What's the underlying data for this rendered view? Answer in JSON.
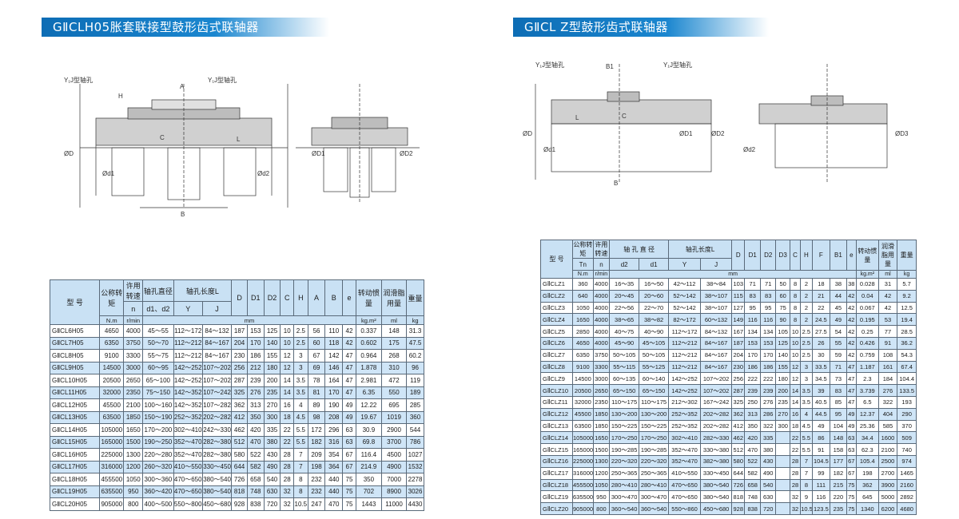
{
  "left": {
    "title": "GⅡCLH05胀套联接型鼓形齿式联轴器",
    "drawing_labels": {
      "a": "A",
      "h": "H",
      "b": "B",
      "c": "C",
      "l": "L",
      "d": "ØD",
      "d1": "ØD1",
      "d2": "ØD2",
      "dd1": "Ød1",
      "dd2": "Ød2",
      "y1": "Y₁J型轴孔",
      "y2": "Y₁J型轴孔"
    },
    "table": {
      "h_model": "型 号",
      "h_tn": "公称转矩",
      "h_n": "许用转速",
      "h_bore": "轴孔直径",
      "h_len": "轴孔长度L",
      "h_D": "D",
      "h_D1": "D1",
      "h_D2": "D2",
      "h_C": "C",
      "h_H": "H",
      "h_A": "A",
      "h_B": "B",
      "h_e": "e",
      "h_inertia": "转动惯量",
      "h_grease": "润滑脂用量",
      "h_weight": "重量",
      "h_n_sym": "n",
      "h_bore_sym": "d1、d2",
      "h_Y": "Y",
      "h_J": "J",
      "u_tn": "N.m",
      "u_n": "r/min",
      "u_mm": "mm",
      "u_inertia": "kg.m²",
      "u_grease": "ml",
      "u_weight": "kg",
      "rows": [
        [
          "GⅡCL6H05",
          "4650",
          "4000",
          "45～55",
          "112～172",
          "84～132",
          "187",
          "153",
          "125",
          "10",
          "2.5",
          "56",
          "110",
          "42",
          "0.337",
          "148",
          "31.3"
        ],
        [
          "GⅡCL7H05",
          "6350",
          "3750",
          "50～70",
          "112～212",
          "84～167",
          "204",
          "170",
          "140",
          "10",
          "2.5",
          "60",
          "118",
          "42",
          "0.602",
          "175",
          "47.5"
        ],
        [
          "GⅡCL8H05",
          "9100",
          "3300",
          "55～75",
          "112～212",
          "84～167",
          "230",
          "186",
          "155",
          "12",
          "3",
          "67",
          "142",
          "47",
          "0.964",
          "268",
          "60.2"
        ],
        [
          "GⅡCL9H05",
          "14500",
          "3000",
          "60～95",
          "142～252",
          "107～202",
          "256",
          "212",
          "180",
          "12",
          "3",
          "69",
          "146",
          "47",
          "1.878",
          "310",
          "96"
        ],
        [
          "GⅡCL10H05",
          "20500",
          "2650",
          "65～100",
          "142～252",
          "107～202",
          "287",
          "239",
          "200",
          "14",
          "3.5",
          "78",
          "164",
          "47",
          "2.981",
          "472",
          "119"
        ],
        [
          "GⅡCL11H05",
          "32000",
          "2350",
          "75～150",
          "142～352",
          "107～242",
          "325",
          "276",
          "235",
          "14",
          "3.5",
          "81",
          "170",
          "47",
          "6.35",
          "550",
          "189"
        ],
        [
          "GⅡCL12H05",
          "45500",
          "2100",
          "100～160",
          "142～352",
          "107～282",
          "362",
          "313",
          "270",
          "16",
          "4",
          "89",
          "190",
          "49",
          "12.22",
          "695",
          "285"
        ],
        [
          "GⅡCL13H05",
          "63500",
          "1850",
          "150～190",
          "252～352",
          "202～282",
          "412",
          "350",
          "300",
          "18",
          "4.5",
          "98",
          "208",
          "49",
          "19.67",
          "1019",
          "360"
        ],
        [
          "GⅡCL14H05",
          "105000",
          "1650",
          "170～200",
          "302～410",
          "242～330",
          "462",
          "420",
          "335",
          "22",
          "5.5",
          "172",
          "296",
          "63",
          "30.9",
          "2900",
          "544"
        ],
        [
          "GⅡCL15H05",
          "165000",
          "1500",
          "190～250",
          "352～470",
          "282～380",
          "512",
          "470",
          "380",
          "22",
          "5.5",
          "182",
          "316",
          "63",
          "69.8",
          "3700",
          "786"
        ],
        [
          "GⅡCL16H05",
          "225000",
          "1300",
          "220～280",
          "352～470",
          "282～380",
          "580",
          "522",
          "430",
          "28",
          "7",
          "209",
          "354",
          "67",
          "116.4",
          "4500",
          "1027"
        ],
        [
          "GⅡCL17H05",
          "316000",
          "1200",
          "260～320",
          "410～550",
          "330～450",
          "644",
          "582",
          "490",
          "28",
          "7",
          "198",
          "364",
          "67",
          "214.9",
          "4900",
          "1532"
        ],
        [
          "GⅡCL18H05",
          "455500",
          "1050",
          "300～360",
          "470～650",
          "380～540",
          "726",
          "658",
          "540",
          "28",
          "8",
          "232",
          "440",
          "75",
          "350",
          "7000",
          "2278"
        ],
        [
          "GⅡCL19H05",
          "635500",
          "950",
          "360～420",
          "470～650",
          "380～540",
          "818",
          "748",
          "630",
          "32",
          "8",
          "232",
          "440",
          "75",
          "702",
          "8900",
          "3026"
        ],
        [
          "GⅡCL20H05",
          "905000",
          "800",
          "400～500",
          "550～800",
          "450～680",
          "928",
          "838",
          "720",
          "32",
          "10.5",
          "247",
          "470",
          "75",
          "1443",
          "11000",
          "4430"
        ]
      ]
    }
  },
  "right": {
    "title": "GⅡCL Z型鼓形齿式联轴器",
    "drawing_labels": {
      "b1": "B1",
      "c": "C",
      "l": "L",
      "b": "B",
      "d": "ØD",
      "d1": "ØD1",
      "d2": "ØD2",
      "d3": "ØD3",
      "dd1": "Ød1",
      "dd2": "Ød2",
      "y1": "Y₁J型轴孔",
      "y2": "Y₁J型轴孔"
    },
    "table": {
      "h_model": "型 号",
      "h_tn": "公称转矩",
      "h_n": "许用转速",
      "h_bore": "轴 孔 直 径",
      "h_len": "轴孔长度L",
      "h_D": "D",
      "h_D1": "D1",
      "h_D2": "D2",
      "h_D3": "D3",
      "h_C": "C",
      "h_H": "H",
      "h_F": "F",
      "h_B1": "B1",
      "h_e": "e",
      "h_inertia": "转动惯量",
      "h_grease": "润滑脂用量",
      "h_weight": "重量",
      "h_tn_sym": "Tn",
      "h_n_sym": "n",
      "h_d2": "d2",
      "h_d1": "d1",
      "h_Y": "Y",
      "h_J": "J",
      "u_tn": "N.m",
      "u_n": "r/min",
      "u_mm": "mm",
      "u_inertia": "kg.m²",
      "u_grease": "ml",
      "u_weight": "kg",
      "rows": [
        [
          "GⅡCLZ1",
          "360",
          "4000",
          "16～35",
          "16～50",
          "42～112",
          "38～84",
          "103",
          "71",
          "71",
          "50",
          "8",
          "2",
          "18",
          "38",
          "38",
          "0.028",
          "31",
          "5.7"
        ],
        [
          "GⅡCLZ2",
          "640",
          "4000",
          "20～45",
          "20～60",
          "52～142",
          "38～107",
          "115",
          "83",
          "83",
          "60",
          "8",
          "2",
          "21",
          "44",
          "42",
          "0.04",
          "42",
          "9.2"
        ],
        [
          "GⅡCLZ3",
          "1050",
          "4000",
          "22～56",
          "22～70",
          "52～142",
          "38～107",
          "127",
          "95",
          "95",
          "75",
          "8",
          "2",
          "22",
          "45",
          "42",
          "0.067",
          "42",
          "12.5"
        ],
        [
          "GⅡCLZ4",
          "1650",
          "4000",
          "38～65",
          "38～82",
          "82～172",
          "60～132",
          "149",
          "116",
          "116",
          "90",
          "8",
          "2",
          "24.5",
          "49",
          "42",
          "0.195",
          "53",
          "19.4"
        ],
        [
          "GⅡCLZ5",
          "2850",
          "4000",
          "40～75",
          "40～90",
          "112～172",
          "84～132",
          "167",
          "134",
          "134",
          "105",
          "10",
          "2.5",
          "27.5",
          "54",
          "42",
          "0.25",
          "77",
          "28.5"
        ],
        [
          "GⅡCLZ6",
          "4650",
          "4000",
          "45～90",
          "45～105",
          "112～212",
          "84～167",
          "187",
          "153",
          "153",
          "125",
          "10",
          "2.5",
          "26",
          "55",
          "42",
          "0.426",
          "91",
          "36.2"
        ],
        [
          "GⅡCLZ7",
          "6350",
          "3750",
          "50～105",
          "50～105",
          "112～212",
          "84～167",
          "204",
          "170",
          "170",
          "140",
          "10",
          "2.5",
          "30",
          "59",
          "42",
          "0.759",
          "108",
          "54.3"
        ],
        [
          "GⅡCLZ8",
          "9100",
          "3300",
          "55～115",
          "55～125",
          "112～212",
          "84～167",
          "230",
          "186",
          "186",
          "155",
          "12",
          "3",
          "33.5",
          "71",
          "47",
          "1.187",
          "161",
          "67.4"
        ],
        [
          "GⅡCLZ9",
          "14500",
          "3000",
          "60～135",
          "60～140",
          "142～252",
          "107～202",
          "256",
          "222",
          "222",
          "180",
          "12",
          "3",
          "34.5",
          "73",
          "47",
          "2.3",
          "184",
          "104.4"
        ],
        [
          "GⅡCLZ10",
          "20500",
          "2650",
          "65～150",
          "65～150",
          "142～252",
          "107～202",
          "287",
          "239",
          "239",
          "200",
          "14",
          "3.5",
          "39",
          "83",
          "47",
          "3.739",
          "276",
          "133.5"
        ],
        [
          "GⅡCLZ11",
          "32000",
          "2350",
          "110～175",
          "110～175",
          "212～302",
          "167～242",
          "325",
          "250",
          "276",
          "235",
          "14",
          "3.5",
          "40.5",
          "85",
          "47",
          "6.5",
          "322",
          "193"
        ],
        [
          "GⅡCLZ12",
          "45500",
          "1850",
          "130～200",
          "130～200",
          "252～352",
          "202～282",
          "362",
          "313",
          "286",
          "270",
          "16",
          "4",
          "44.5",
          "95",
          "49",
          "12.37",
          "404",
          "290"
        ],
        [
          "GⅡCLZ13",
          "63500",
          "1850",
          "150～225",
          "150～225",
          "252～352",
          "202～282",
          "412",
          "350",
          "322",
          "300",
          "18",
          "4.5",
          "49",
          "104",
          "49",
          "25.36",
          "585",
          "370"
        ],
        [
          "GⅡCLZ14",
          "105000",
          "1650",
          "170～250",
          "170～250",
          "302～410",
          "282～330",
          "462",
          "420",
          "335",
          "",
          "22",
          "5.5",
          "86",
          "148",
          "63",
          "34.4",
          "1600",
          "509"
        ],
        [
          "GⅡCLZ15",
          "165000",
          "1500",
          "190～285",
          "190～285",
          "352～470",
          "330～380",
          "512",
          "470",
          "380",
          "",
          "22",
          "5.5",
          "91",
          "158",
          "63",
          "62.3",
          "2100",
          "740"
        ],
        [
          "GⅡCLZ16",
          "225000",
          "1300",
          "220～320",
          "220～320",
          "352～470",
          "382～380",
          "580",
          "522",
          "430",
          "",
          "28",
          "7",
          "104.5",
          "177",
          "67",
          "105.4",
          "2500",
          "974"
        ],
        [
          "GⅡCLZ17",
          "316000",
          "1200",
          "250～365",
          "250～365",
          "410～550",
          "330～450",
          "644",
          "582",
          "490",
          "",
          "28",
          "7",
          "99",
          "182",
          "67",
          "198",
          "2700",
          "1465"
        ],
        [
          "GⅡCLZ18",
          "455500",
          "1050",
          "280～410",
          "280～410",
          "470～650",
          "380～540",
          "726",
          "658",
          "540",
          "",
          "28",
          "8",
          "111",
          "215",
          "75",
          "362",
          "3900",
          "2160"
        ],
        [
          "GⅡCLZ19",
          "635500",
          "950",
          "300～470",
          "300～470",
          "470～650",
          "380～540",
          "818",
          "748",
          "630",
          "",
          "32",
          "9",
          "116",
          "220",
          "75",
          "645",
          "5000",
          "2892"
        ],
        [
          "GⅡCLZ20",
          "905000",
          "800",
          "360～540",
          "360～540",
          "550～860",
          "450～680",
          "928",
          "838",
          "720",
          "",
          "32",
          "10.5",
          "123.5",
          "235",
          "75",
          "1340",
          "6200",
          "4680"
        ]
      ]
    }
  }
}
